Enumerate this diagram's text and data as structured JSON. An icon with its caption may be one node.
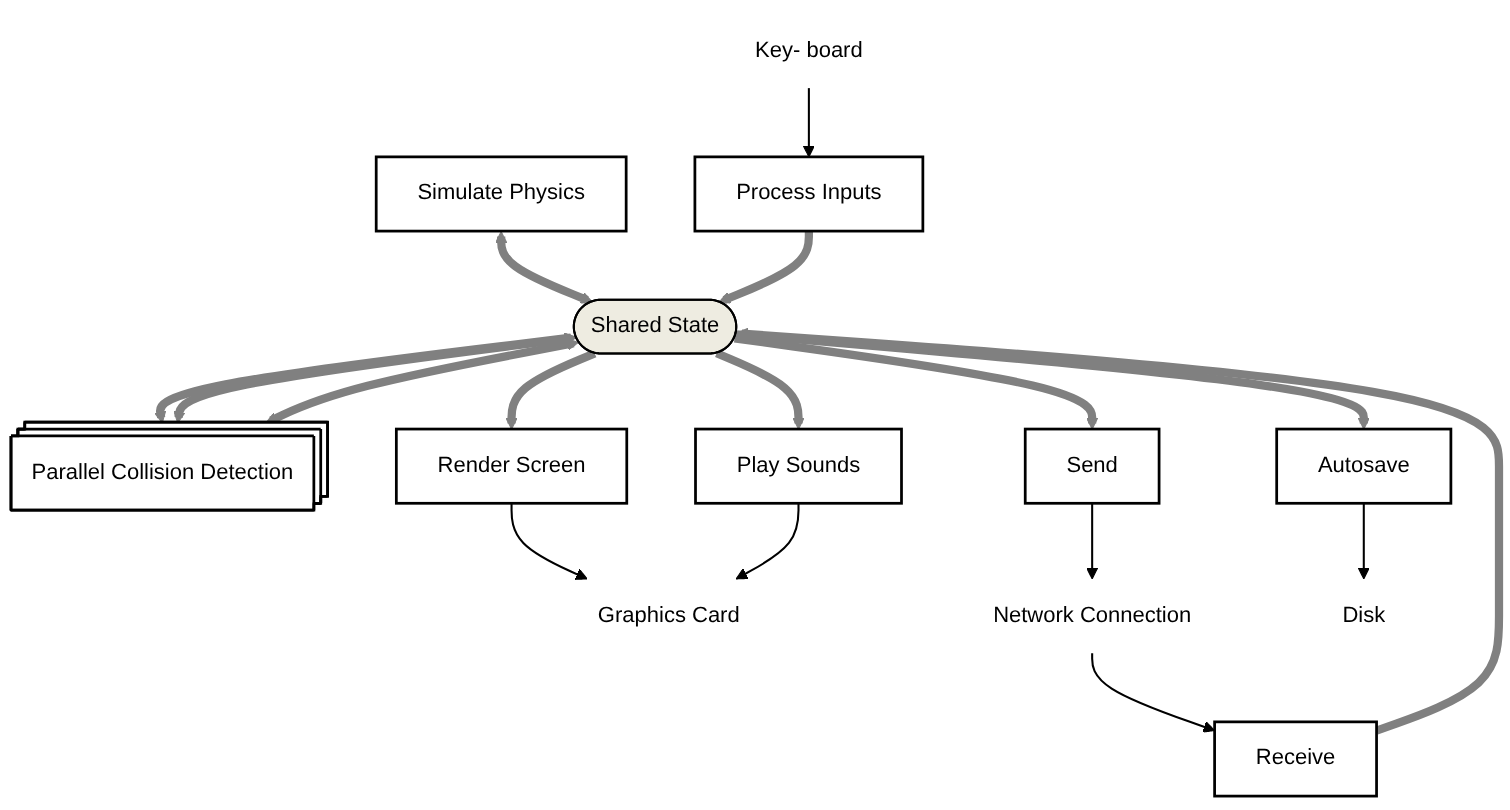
{
  "diagram": {
    "nodes": [
      {
        "text": [
          "Parallel Collision Detection"
        ]
      },
      {
        "text": [
          "Render Screen"
        ]
      },
      {
        "text": [
          "Graphics Card"
        ]
      },
      {
        "text": [
          "Simulate Physics"
        ]
      },
      {
        "text": [
          "Shared State"
        ]
      },
      {
        "text": [
          "Play Sounds"
        ]
      },
      {
        "text": [
          "Send"
        ]
      },
      {
        "text": [
          "Process Inputs"
        ]
      },
      {
        "text": [
          "Receive"
        ]
      },
      {
        "text": [
          "Autosave"
        ]
      },
      {
        "text": [
          "Key- board"
        ]
      },
      {
        "text": [
          "Network Connection"
        ]
      },
      {
        "text": [
          "Disk"
        ]
      }
    ],
    "edges": [
      {
        "from": 4,
        "to": 0,
        "arrow": "both"
      },
      {
        "from": 4,
        "to": 0,
        "arrow": "both"
      },
      {
        "from": 4,
        "to": 0,
        "arrow": "both"
      },
      {
        "from": 3,
        "to": 4,
        "arrow": "both"
      },
      {
        "from": 4,
        "to": 1,
        "arrow": "to"
      },
      {
        "from": 4,
        "to": 5,
        "arrow": "to"
      },
      {
        "from": 4,
        "to": 6,
        "arrow": "to"
      },
      {
        "from": 8,
        "to": 4,
        "arrow": "to"
      },
      {
        "from": 4,
        "to": 9,
        "arrow": "to"
      },
      {
        "from": 7,
        "to": 4,
        "arrow": "to"
      },
      {
        "from": 1,
        "to": 2,
        "arrow": "to",
        "color": "#000000"
      },
      {
        "from": 5,
        "to": 2,
        "arrow": "to",
        "color": "#000000"
      },
      {
        "from": 6,
        "to": 11,
        "arrow": "to",
        "color": "#000000"
      },
      {
        "from": 11,
        "to": 8,
        "arrow": "to",
        "color": "#000000"
      },
      {
        "from": 9,
        "to": 12,
        "arrow": "to",
        "color": "#000000"
      },
      {
        "from": 10,
        "to": 7,
        "arrow": "to",
        "color": "#000000"
      }
    ]
  }
}
